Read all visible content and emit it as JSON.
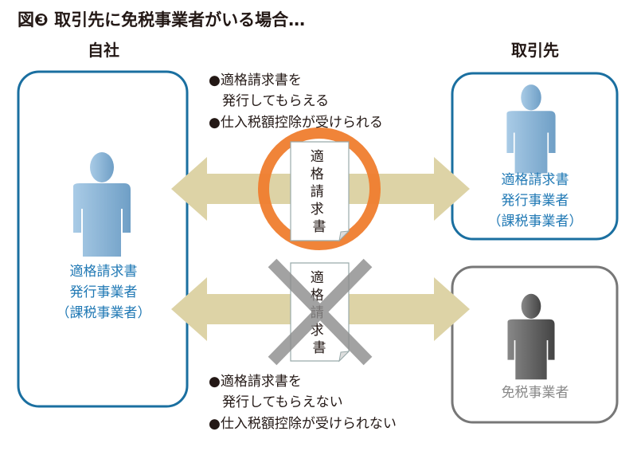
{
  "title": "図❸ 取引先に免税事業者がいる場合…",
  "self_label": "自社",
  "partner_label": "取引先",
  "self_box": {
    "lines": [
      "適格請求書",
      "発行事業者",
      "（課税事業者）"
    ]
  },
  "partner_taxable_box": {
    "lines": [
      "適格請求書",
      "発行事業者",
      "（課税事業者）"
    ]
  },
  "partner_exempt_box": {
    "lines": [
      "免税事業者"
    ]
  },
  "top_bullets": [
    "●適格請求書を",
    "　発行してもらえる",
    "●仕入税額控除が受けられる"
  ],
  "bottom_bullets": [
    "●適格請求書を",
    "　発行してもらえない",
    "●仕入税額控除が受けられない"
  ],
  "document_label": [
    "適",
    "格",
    "請",
    "求",
    "書"
  ],
  "colors": {
    "blue": "#1a6fa0",
    "orange": "#ef7d2e",
    "arrow": "#ddd3a6",
    "person_blue": "#8db5d6",
    "person_gray": "#666666",
    "cross": "#8c8c8c"
  }
}
